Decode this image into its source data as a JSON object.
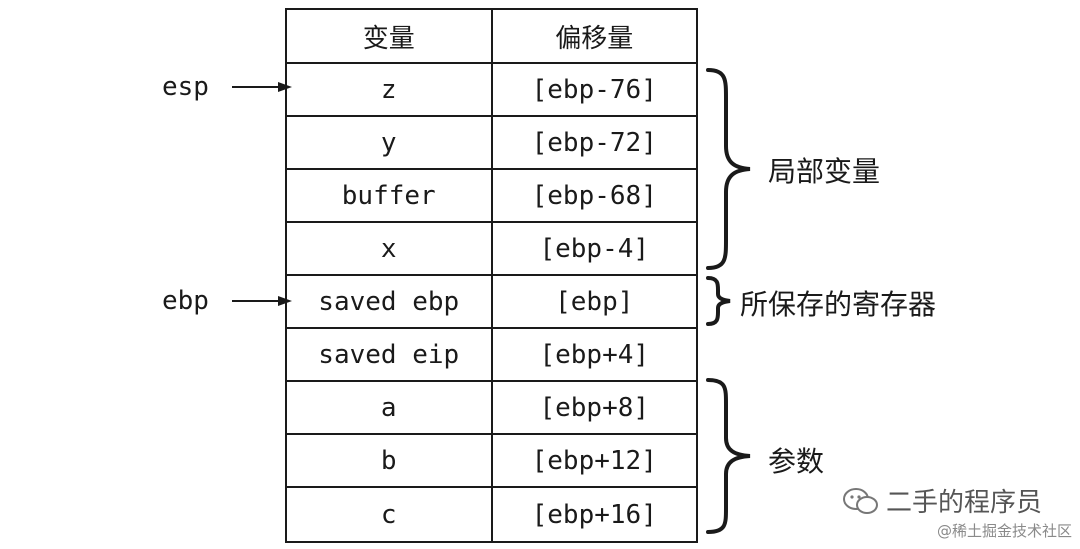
{
  "table": {
    "headers": [
      "变量",
      "偏移量"
    ],
    "rows": [
      {
        "var": "z",
        "offset": "[ebp-76]"
      },
      {
        "var": "y",
        "offset": "[ebp-72]"
      },
      {
        "var": "buffer",
        "offset": "[ebp-68]"
      },
      {
        "var": "x",
        "offset": "[ebp-4]"
      },
      {
        "var": "saved ebp",
        "offset": "[ebp]"
      },
      {
        "var": "saved eip",
        "offset": "[ebp+4]"
      },
      {
        "var": "a",
        "offset": "[ebp+8]"
      },
      {
        "var": "b",
        "offset": "[ebp+12]"
      },
      {
        "var": "c",
        "offset": "[ebp+16]"
      }
    ]
  },
  "pointers": {
    "esp": "esp",
    "ebp": "ebp"
  },
  "groups": {
    "locals": "局部变量",
    "saved_regs": "所保存的寄存器",
    "params": "参数"
  },
  "watermark": {
    "brand": "二手的程序员",
    "site": "@稀土掘金技术社区",
    "brand_icon": "wechat-icon"
  }
}
